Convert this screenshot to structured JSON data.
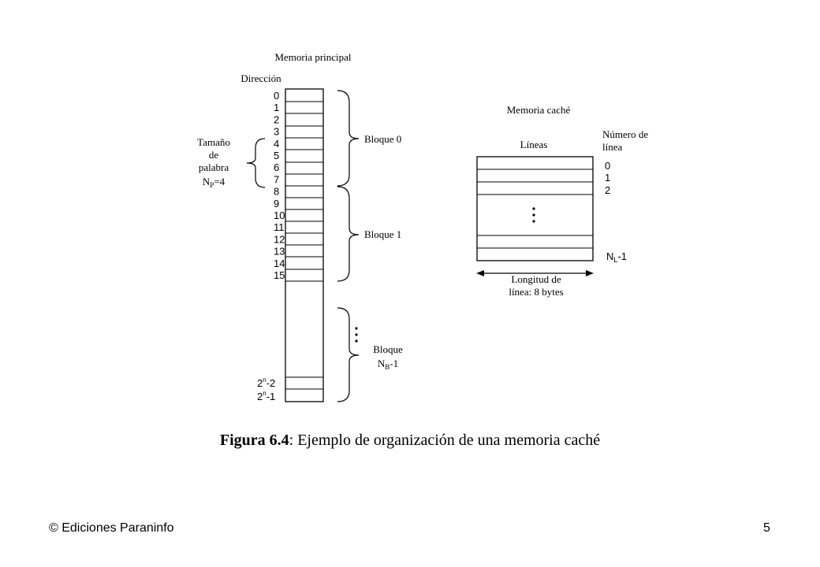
{
  "main_memory": {
    "title": "Memoria principal",
    "address_header": "Dirección",
    "addresses": [
      "0",
      "1",
      "2",
      "3",
      "4",
      "5",
      "6",
      "7",
      "8",
      "9",
      "10",
      "11",
      "12",
      "13",
      "14",
      "15"
    ],
    "last_addresses": [
      {
        "base": "2",
        "exp": "n",
        "suffix": "-2"
      },
      {
        "base": "2",
        "exp": "n",
        "suffix": "-1"
      }
    ],
    "word_size": {
      "lines": [
        "Tamaño",
        "de",
        "palabra"
      ],
      "formula_base": "N",
      "formula_sub": "P",
      "formula_rest": "=4"
    },
    "blocks": {
      "block0": "Bloque 0",
      "block1": "Bloque 1",
      "last_block_line1": "Bloque",
      "last_block_base": "N",
      "last_block_sub": "B",
      "last_block_rest": "-1"
    }
  },
  "cache": {
    "title": "Memoria caché",
    "lines_header": "Líneas",
    "line_number_header": [
      "Número de",
      "línea"
    ],
    "line_numbers": [
      "0",
      "1",
      "2"
    ],
    "last_line_base": "N",
    "last_line_sub": "L",
    "last_line_rest": "-1",
    "line_length": [
      "Longitud de",
      "línea: 8 bytes"
    ]
  },
  "caption": {
    "bold": "Figura 6.4",
    "text": ": Ejemplo de organización de una memoria caché"
  },
  "footer": {
    "publisher": "© Ediciones Paraninfo",
    "page_number": "5"
  }
}
